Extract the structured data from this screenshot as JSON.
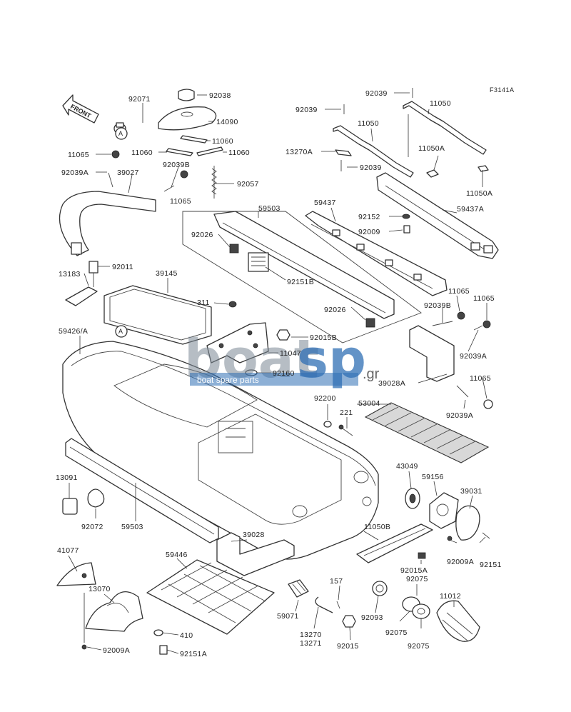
{
  "figure_code": "F3141A",
  "front_arrow_label": "FRONT",
  "callout_a": "A",
  "watermark": {
    "brand_part1": "boat",
    "brand_part2": "sp",
    "suffix": ".gr",
    "tagline": "boat spare parts"
  },
  "labels": {
    "p92071": "92071",
    "p92038": "92038",
    "p14090": "14090",
    "p11060a": "11060",
    "p11060b": "11060",
    "p11060c": "11060",
    "p11065a": "11065",
    "p92039A_top": "92039A",
    "p39027": "39027",
    "p92039B_top": "92039B",
    "p11065b": "11065",
    "p92057": "92057",
    "p92039_1": "92039",
    "p92039_2": "92039",
    "p92039_3": "92039",
    "p11050a": "11050",
    "p11050b": "11050",
    "p13270A": "13270A",
    "p11050A": "11050A",
    "p11050A2": "11050A",
    "p59437": "59437",
    "p59437A": "59437A",
    "p59503_top": "59503",
    "p92026a": "92026",
    "p92026b": "92026",
    "p92152": "92152",
    "p92009": "92009",
    "p92151B": "92151B",
    "p92011": "92011",
    "p13183": "13183",
    "p39145": "39145",
    "p311": "311",
    "p92015B": "92015B",
    "p11047": "11047",
    "p92160": "92160",
    "p59426A": "59426/A",
    "p11065c": "11065",
    "p11065d": "11065",
    "p92039B_r": "92039B",
    "p92039A_r": "92039A",
    "p39028A": "39028A",
    "p11065e": "11065",
    "p92039A_r2": "92039A",
    "p92200": "92200",
    "p221": "221",
    "p53004": "53004",
    "p43049": "43049",
    "p59156": "59156",
    "p39031": "39031",
    "p13091": "13091",
    "p92072": "92072",
    "p59503_bot": "59503",
    "p39028": "39028",
    "p11050B": "11050B",
    "p92009A_r": "92009A",
    "p92151": "92151",
    "p92015A": "92015A",
    "p92075a": "92075",
    "p41077": "41077",
    "p59446": "59446",
    "p157": "157",
    "p11012": "11012",
    "p13070": "13070",
    "p59071": "59071",
    "p92093": "92093",
    "p92075b": "92075",
    "p92075c": "92075",
    "p410": "410",
    "p13270": "13270",
    "p13271": "13271",
    "p92015": "92015",
    "p92009A_b": "92009A",
    "p92151A": "92151A"
  }
}
